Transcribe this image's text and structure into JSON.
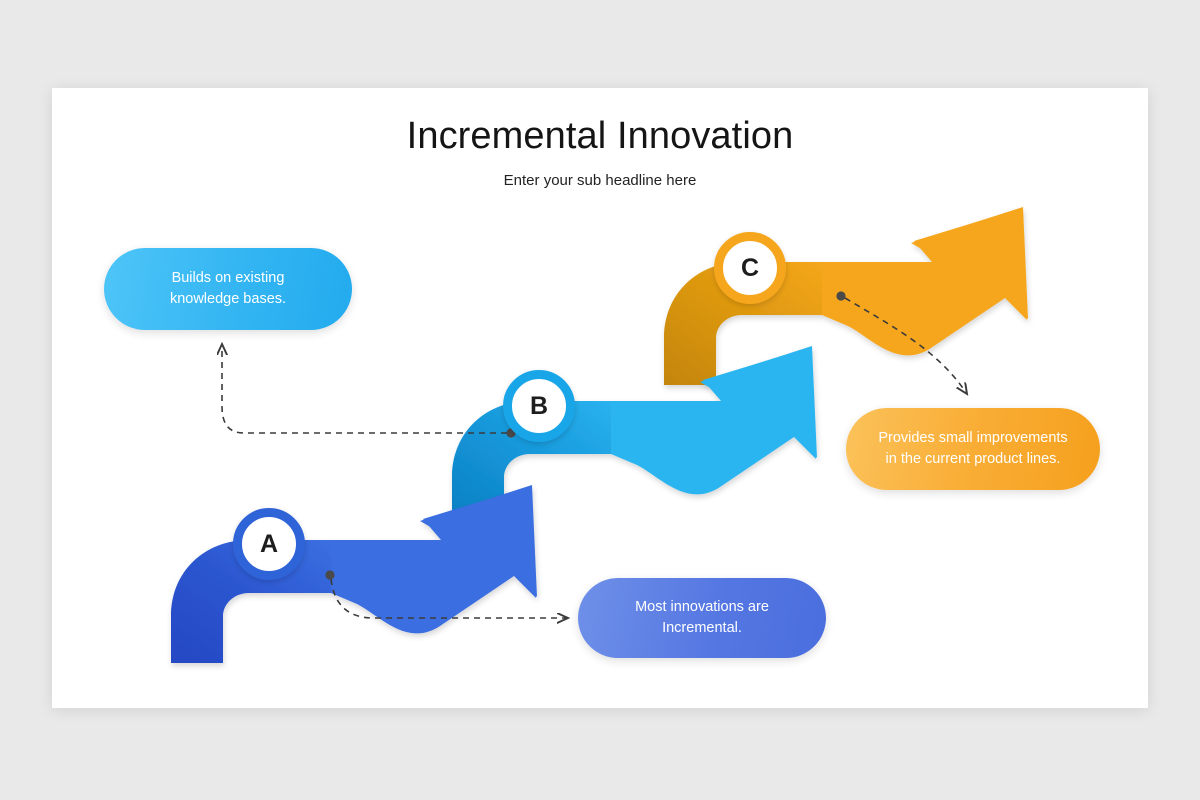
{
  "slide": {
    "title": "Incremental Innovation",
    "subtitle": "Enter your sub headline here",
    "background_color": "#e9e9e9",
    "card_color": "#ffffff"
  },
  "steps": [
    {
      "id": "a",
      "badge_label": "A",
      "badge_ring_color": "#2f63d8",
      "ribbon_color_start": "#2b55cf",
      "ribbon_color_end": "#3a6ee0",
      "callout": "Most innovations are\nIncremental.",
      "callout_line1": "Most innovations are",
      "callout_line2": "Incremental.",
      "callout_color": "#5577e2"
    },
    {
      "id": "b",
      "badge_label": "B",
      "badge_ring_color": "#18a6e8",
      "ribbon_color_start": "#0f86c8",
      "ribbon_color_end": "#2ab3f0",
      "callout": "Builds on existing\nknowledge bases.",
      "callout_line1": "Builds on existing",
      "callout_line2": "knowledge bases.",
      "callout_color": "#33b5f2"
    },
    {
      "id": "c",
      "badge_label": "C",
      "badge_ring_color": "#f5a61c",
      "ribbon_color_start": "#cc8c0b",
      "ribbon_color_end": "#f6a61b",
      "callout": "Provides small improvements\nin the current product lines.",
      "callout_line1": "Provides small improvements",
      "callout_line2": "in the current product lines.",
      "callout_color": "#f9ad35"
    }
  ],
  "connectors": [
    {
      "id": "a",
      "from": "ribbon-a",
      "to": "pill-most",
      "style": "dashed",
      "color": "#3b3b3b"
    },
    {
      "id": "b",
      "from": "ribbon-b",
      "to": "pill-builds",
      "style": "dashed",
      "color": "#3b3b3b"
    },
    {
      "id": "c",
      "from": "ribbon-c",
      "to": "pill-provides",
      "style": "dashed",
      "color": "#3b3b3b"
    }
  ]
}
